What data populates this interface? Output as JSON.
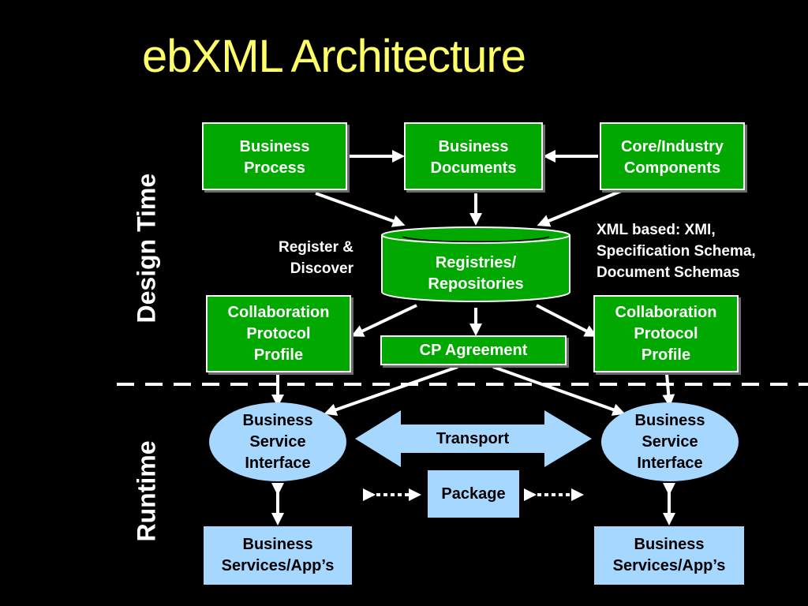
{
  "title": "ebXML Architecture",
  "sidebar": {
    "design_time": "Design Time",
    "runtime": "Runtime"
  },
  "design": {
    "business_process": "Business\nProcess",
    "business_documents": "Business\nDocuments",
    "core_components": "Core/Industry\nComponents",
    "registries": "Registries/\nRepositories",
    "register_discover": "Register &\nDiscover",
    "xml_note": "XML based: XMI,\nSpecification Schema,\nDocument Schemas",
    "cpp_left": "Collaboration\nProtocol\nProfile",
    "cpp_right": "Collaboration\nProtocol\nProfile",
    "cp_agreement": "CP Agreement"
  },
  "runtime": {
    "bsi_left": "Business\nService\nInterface",
    "bsi_right": "Business\nService\nInterface",
    "transport": "Transport",
    "package": "Package",
    "apps_left": "Business\nServices/App’s",
    "apps_right": "Business\nServices/App’s"
  },
  "colors": {
    "title": "#ffff66",
    "green_box": "#00a800",
    "blue_shape": "#a6d7ff",
    "background": "#000000"
  }
}
